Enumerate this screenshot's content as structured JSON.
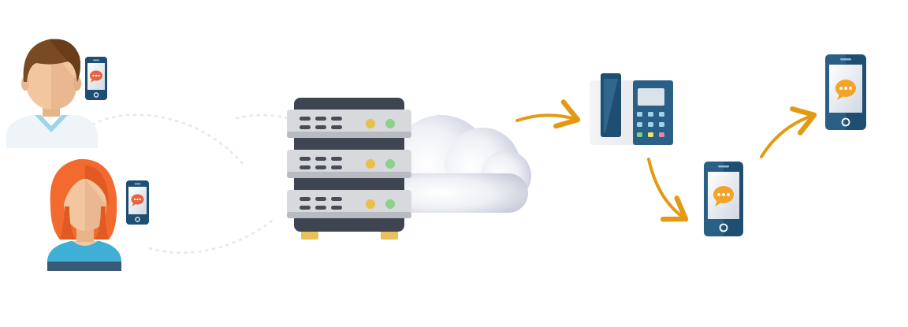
{
  "diagram": {
    "nodes": [
      {
        "id": "user-man",
        "icon": "man-avatar-icon"
      },
      {
        "id": "phone-man",
        "icon": "smartphone-chat-icon"
      },
      {
        "id": "user-woman",
        "icon": "woman-avatar-icon"
      },
      {
        "id": "phone-woman",
        "icon": "smartphone-chat-icon"
      },
      {
        "id": "server",
        "icon": "server-rack-icon"
      },
      {
        "id": "cloud",
        "icon": "cloud-icon"
      },
      {
        "id": "desk-phone",
        "icon": "desk-phone-icon"
      },
      {
        "id": "mobile-1",
        "icon": "smartphone-chat-icon"
      },
      {
        "id": "mobile-2",
        "icon": "smartphone-chat-icon"
      }
    ],
    "edges": [
      {
        "from": "user-man",
        "to": "server",
        "style": "dotted"
      },
      {
        "from": "user-woman",
        "to": "server",
        "style": "dotted"
      },
      {
        "from": "cloud",
        "to": "desk-phone",
        "style": "arrow"
      },
      {
        "from": "desk-phone",
        "to": "mobile-1",
        "style": "arrow"
      },
      {
        "from": "mobile-1",
        "to": "mobile-2",
        "style": "arrow"
      }
    ],
    "colors": {
      "arrow": "#E39A12",
      "bubble": "#F2A32A",
      "bubble_red": "#E8623E",
      "phone_body": "#1F4E73",
      "server_dark": "#3F4550",
      "server_plate": "#D8D9DD",
      "led_yellow": "#E9C04A",
      "led_green": "#8FD08A",
      "hair_brown": "#7A4A22",
      "hair_orange": "#F26A2E",
      "skin": "#F2C7A0",
      "shirt_blue": "#3FAFD6"
    }
  }
}
